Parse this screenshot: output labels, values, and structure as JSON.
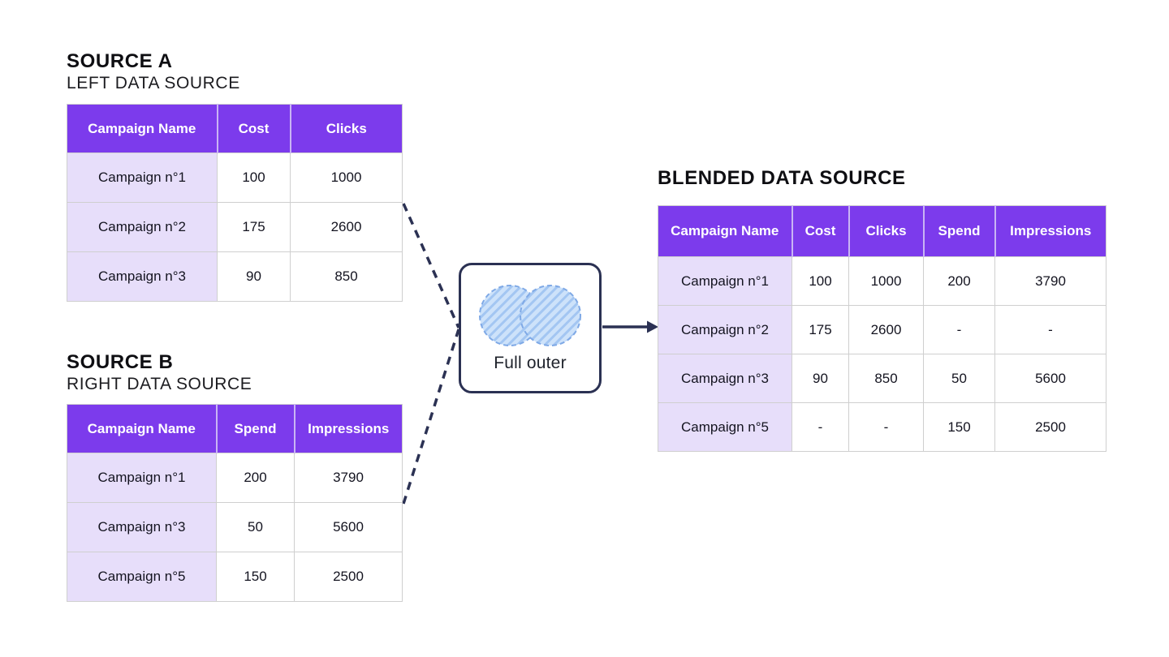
{
  "source_a": {
    "title": "SOURCE A",
    "subtitle": "LEFT DATA SOURCE",
    "columns": [
      "Campaign Name",
      "Cost",
      "Clicks"
    ],
    "rows": [
      [
        "Campaign n°1",
        "100",
        "1000"
      ],
      [
        "Campaign n°2",
        "175",
        "2600"
      ],
      [
        "Campaign n°3",
        "90",
        "850"
      ]
    ]
  },
  "source_b": {
    "title": "SOURCE B",
    "subtitle": "RIGHT DATA SOURCE",
    "columns": [
      "Campaign Name",
      "Spend",
      "Impressions"
    ],
    "rows": [
      [
        "Campaign n°1",
        "200",
        "3790"
      ],
      [
        "Campaign n°3",
        "50",
        "5600"
      ],
      [
        "Campaign n°5",
        "150",
        "2500"
      ]
    ]
  },
  "join": {
    "label": "Full outer",
    "icon": "full-outer-venn-icon"
  },
  "blended": {
    "title": "BLENDED DATA SOURCE",
    "columns": [
      "Campaign Name",
      "Cost",
      "Clicks",
      "Spend",
      "Impressions"
    ],
    "rows": [
      [
        "Campaign n°1",
        "100",
        "1000",
        "200",
        "3790"
      ],
      [
        "Campaign n°2",
        "175",
        "2600",
        "-",
        "-"
      ],
      [
        "Campaign n°3",
        "90",
        "850",
        "50",
        "5600"
      ],
      [
        "Campaign n°5",
        "-",
        "-",
        "150",
        "2500"
      ]
    ]
  },
  "colors": {
    "header_purple": "#7c3bec",
    "row_lavender": "#e7defa",
    "connector_navy": "#2b3153",
    "venn_fill": "#cde2fa",
    "venn_hatch": "#a3c6f2",
    "venn_stroke": "#7fa9e6"
  }
}
